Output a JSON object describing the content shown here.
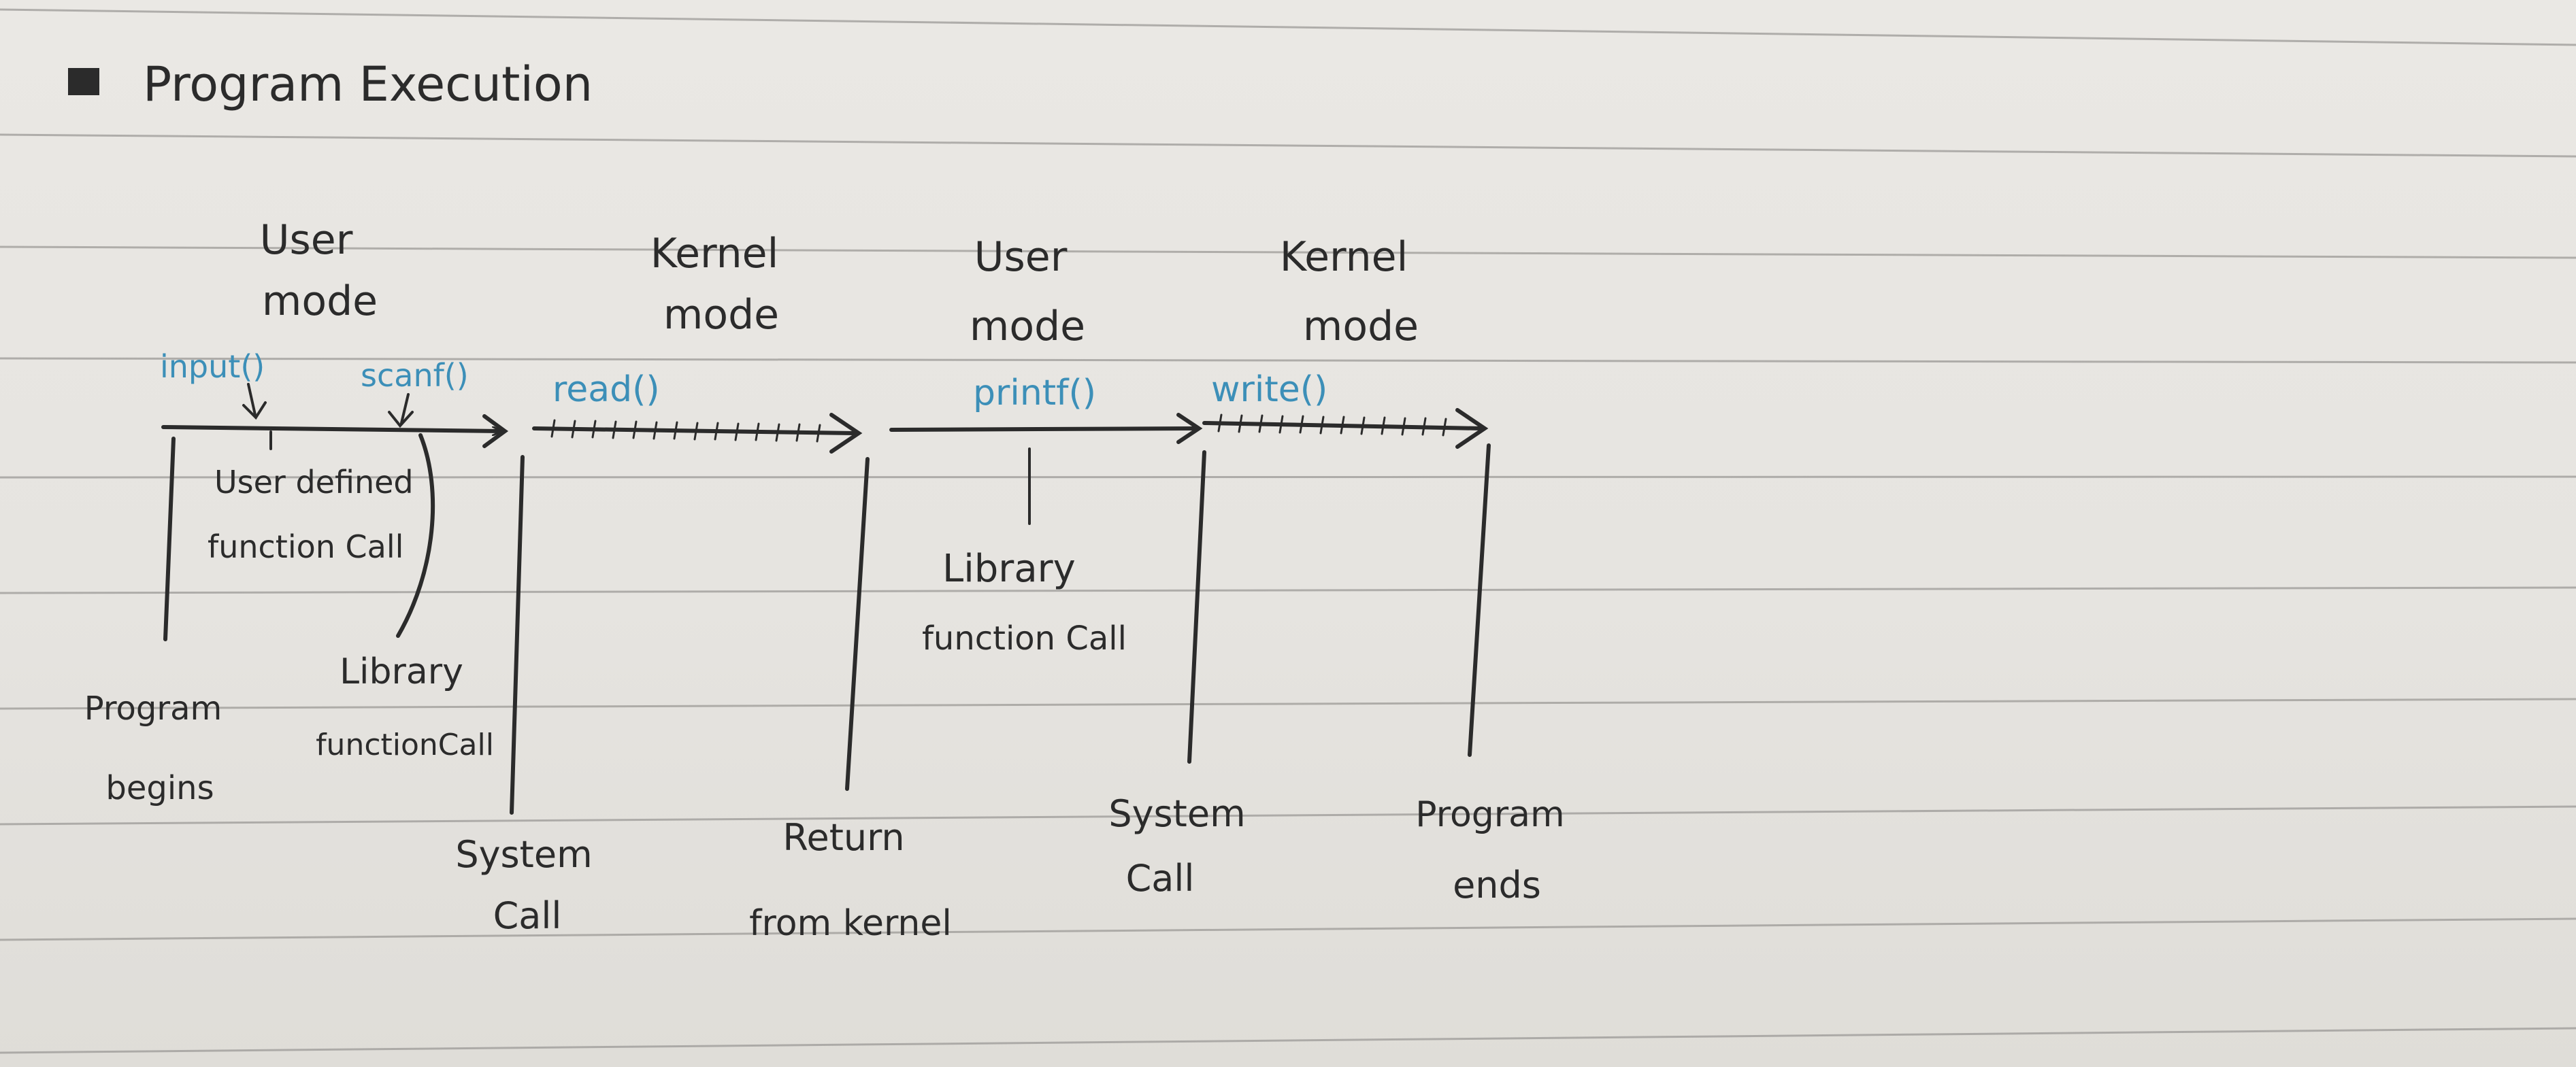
{
  "title": "Program Execution",
  "modes": [
    {
      "line1": "User",
      "line2": "mode"
    },
    {
      "line1": "Kernel",
      "line2": "mode"
    },
    {
      "line1": "User",
      "line2": "mode"
    },
    {
      "line1": "Kernel",
      "line2": "mode"
    }
  ],
  "calls": {
    "input": "input()",
    "scanf": "scanf()",
    "read": "read()",
    "printf": "printf()",
    "write": "write()"
  },
  "inner_labels": {
    "user_defined_line1": "User defined",
    "user_defined_line2": "function Call",
    "library2_line1": "Library",
    "library2_line2": "function Call"
  },
  "bottom_labels": {
    "program_begins_line1": "Program",
    "program_begins_line2": "begins",
    "library1_line1": "Library",
    "library1_line2": "functionCall",
    "system_call1_line1": "System",
    "system_call1_line2": "Call",
    "return_line1": "Return",
    "return_line2": "from kernel",
    "system_call2_line1": "System",
    "system_call2_line2": "Call",
    "program_ends_line1": "Program",
    "program_ends_line2": "ends"
  },
  "colors": {
    "paper": "#e7e5e1",
    "rule_line": "#9c9a97",
    "ink": "#2b2b2b",
    "blue_ink": "#3c8fb8"
  }
}
